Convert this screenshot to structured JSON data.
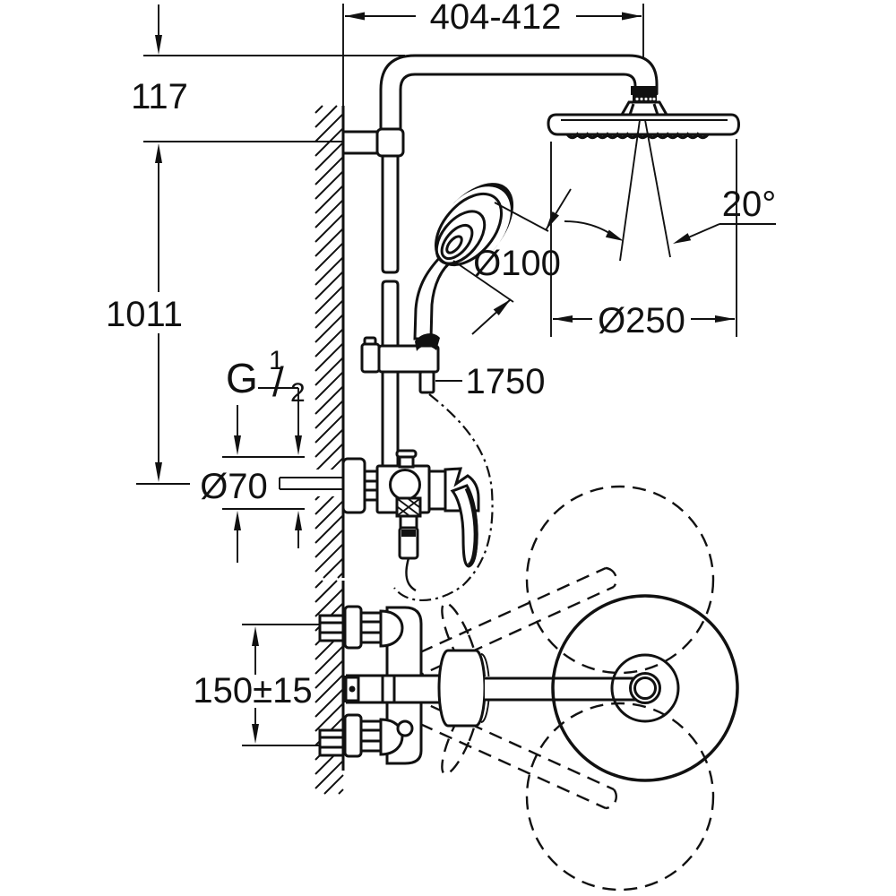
{
  "drawing": {
    "kind": "shower-system-installation-dimension-drawing",
    "background_color": "#ffffff",
    "line_color": "#111111",
    "labels": {
      "top_width": "404-412",
      "arm_offset": "117",
      "rail_height": "1011",
      "thread_g": "G",
      "thread_numerator": "1",
      "thread_slash": "/",
      "thread_denominator": "2",
      "escutcheon_dia": "Ø70",
      "handshower_dia": "Ø100",
      "hose_length": "1750",
      "spray_angle": "20°",
      "headshower_dia": "Ø250",
      "outlet_spacing": "150±15"
    }
  }
}
